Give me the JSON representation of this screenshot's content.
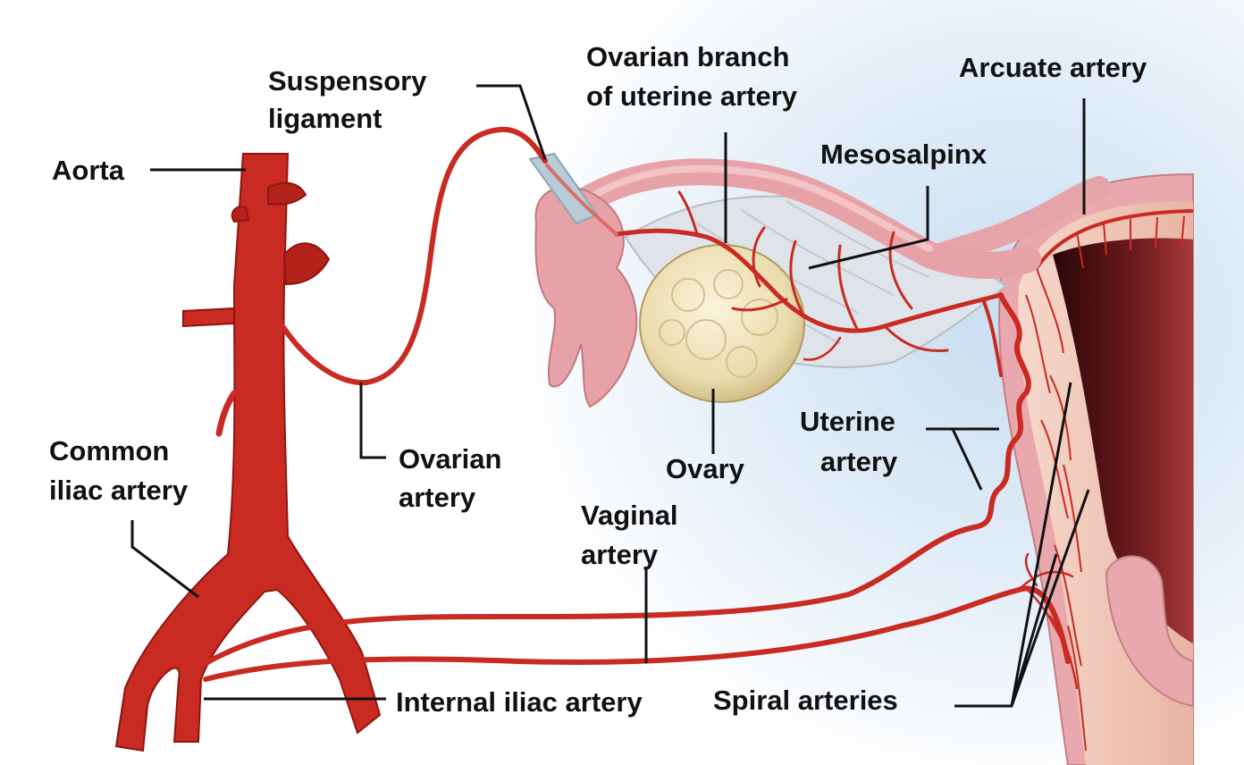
{
  "diagram": {
    "colors": {
      "artery": "#c92a22",
      "artery_dark": "#8e1510",
      "tissue": "#e7a7ad",
      "tissue_dark": "#c97a82",
      "uterus_wall": "#f3cfc0",
      "cavity": "#3a0c0e",
      "ovary": "#efe3bf",
      "mesosalpinx": "#dfe3ea",
      "background": "#d6e8f5",
      "label": "#111111"
    },
    "labels": {
      "aorta": "Aorta",
      "suspensory_1": "Suspensory",
      "suspensory_2": "ligament",
      "ovarian_branch_1": "Ovarian branch",
      "ovarian_branch_2": "of uterine artery",
      "arcuate": "Arcuate artery",
      "mesosalpinx": "Mesosalpinx",
      "common_iliac_1": "Common",
      "common_iliac_2": "iliac artery",
      "ovarian_artery_1": "Ovarian",
      "ovarian_artery_2": "artery",
      "ovary": "Ovary",
      "uterine_1": "Uterine",
      "uterine_2": "artery",
      "vaginal_1": "Vaginal",
      "vaginal_2": "artery",
      "internal_iliac": "Internal iliac artery",
      "spiral": "Spiral arteries"
    }
  }
}
